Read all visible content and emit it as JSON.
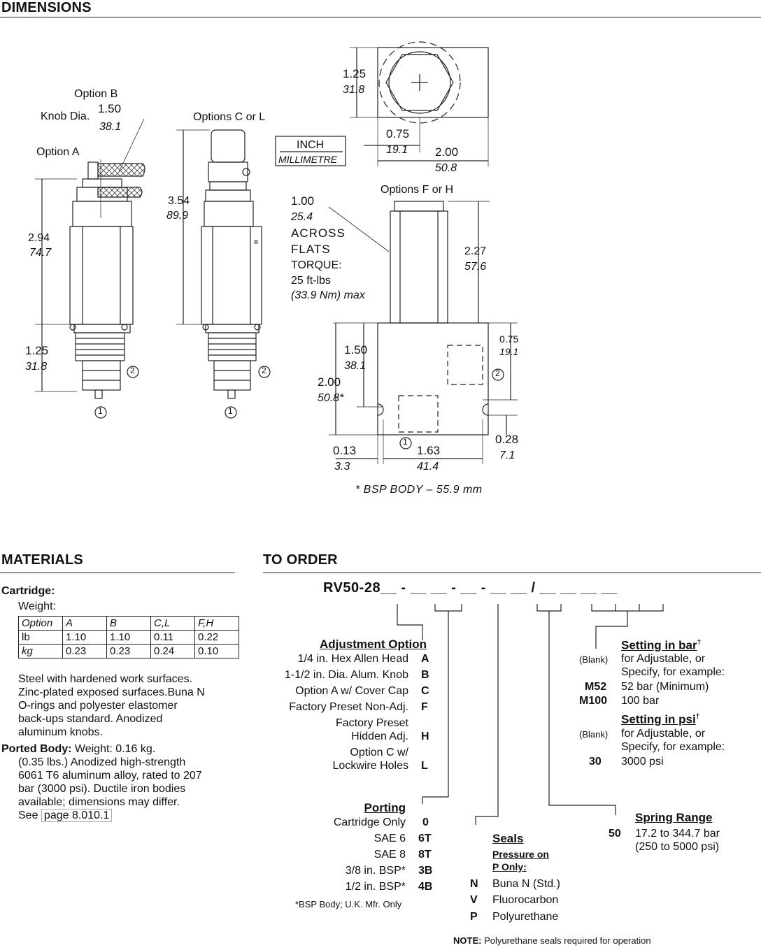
{
  "dimensions": {
    "heading": "DIMENSIONS",
    "unit_key": {
      "inch": "INCH",
      "mm": "MILLIMETRE"
    },
    "labels": {
      "option_b": "Option B",
      "knob_dia": "Knob Dia.",
      "option_a": "Option A",
      "options_cl": "Options C or L",
      "options_fh": "Options F or H",
      "across1": "ACROSS",
      "across2": "FLATS",
      "torque": "TORQUE:",
      "torque_val": "25 ft-lbs",
      "torque_nm": "(33.9 Nm) max",
      "bsp_note": "* BSP BODY – 55.9 mm",
      "port1": "1",
      "port2": "2"
    },
    "values": {
      "knob_in": "1.50",
      "knob_mm": "38.1",
      "a_len_in": "2.94",
      "a_len_mm": "74.7",
      "a_low_in": "1.25",
      "a_low_mm": "31.8",
      "cl_len_in": "3.54",
      "cl_len_mm": "89.9",
      "top_h_in": "1.25",
      "top_h_mm": "31.8",
      "top_w1_in": "0.75",
      "top_w1_mm": "19.1",
      "top_w2_in": "2.00",
      "top_w2_mm": "50.8",
      "flats_in": "1.00",
      "flats_mm": "25.4",
      "fh_len_in": "2.27",
      "fh_len_mm": "57.6",
      "body_h1_in": "1.50",
      "body_h1_mm": "38.1",
      "body_h2_in": "2.00",
      "body_h2_mm": "50.8*",
      "port_off_in": "0.75",
      "port_off_mm": "19.1",
      "side_in": "0.13",
      "side_mm": "3.3",
      "hole_in": "1.63",
      "hole_mm": "41.4",
      "foot_in": "0.28",
      "foot_mm": "7.1"
    }
  },
  "materials": {
    "heading": "MATERIALS",
    "cartridge_label": "Cartridge:",
    "weight_label": "Weight:",
    "table": {
      "header": [
        "Option",
        "A",
        "B",
        "C,L",
        "F,H"
      ],
      "rows": [
        [
          "lb",
          "1.10",
          "1.10",
          "0.11",
          "0.22"
        ],
        [
          "kg",
          "0.23",
          "0.23",
          "0.24",
          "0.10"
        ]
      ]
    },
    "cartridge_text": [
      "Steel with hardened work surfaces.",
      "Zinc-plated exposed surfaces.Buna N",
      "O-rings and polyester elastomer",
      "back-ups standard. Anodized",
      "aluminum knobs."
    ],
    "ported_body_label": "Ported Body:",
    "ported_body_lines": [
      " Weight: 0.16 kg.",
      "(0.35 lbs.) Anodized high-strength",
      "6061 T6 aluminum alloy, rated to 207",
      "bar (3000 psi). Ductile iron bodies",
      "available; dimensions may differ."
    ],
    "see": "See",
    "see_link": "page 8.010.1"
  },
  "order": {
    "heading": "TO ORDER",
    "code": "RV50-28__ - __ __ - __ - __ __ / __ __ __ __",
    "adjustment": {
      "title": "Adjustment Option",
      "items": [
        {
          "label": "1/4 in. Hex Allen Head",
          "code": "A"
        },
        {
          "label": "1-1/2 in. Dia. Alum. Knob",
          "code": "B"
        },
        {
          "label": "Option A w/ Cover Cap",
          "code": "C"
        },
        {
          "label": "Factory Preset Non-Adj.",
          "code": "F"
        },
        {
          "label": "Factory Preset",
          "code": ""
        },
        {
          "label": "Hidden Adj.",
          "code": "H"
        },
        {
          "label": "Option C w/",
          "code": ""
        },
        {
          "label": "Lockwire Holes",
          "code": "L"
        }
      ]
    },
    "porting": {
      "title": "Porting",
      "items": [
        {
          "label": "Cartridge Only",
          "code": "0"
        },
        {
          "label": "SAE 6",
          "code": "6T"
        },
        {
          "label": "SAE 8",
          "code": "8T"
        },
        {
          "label": "3/8 in. BSP*",
          "code": "3B"
        },
        {
          "label": "1/2 in. BSP*",
          "code": "4B"
        }
      ],
      "note": "*BSP Body; U.K. Mfr. Only"
    },
    "seals": {
      "title": "Seals",
      "subtitle1": "Pressure on",
      "subtitle2": "P Only:",
      "items": [
        {
          "code": "N",
          "label": "Buna N (Std.)"
        },
        {
          "code": "V",
          "label": "Fluorocarbon"
        },
        {
          "code": "P",
          "label": "Polyurethane"
        }
      ]
    },
    "setting_bar": {
      "title": "Setting in bar",
      "mark": "†",
      "blank": "(Blank)",
      "line1": "for Adjustable, or",
      "line2": "Specify, for example:",
      "items": [
        {
          "code": "M52",
          "label": "52 bar (Minimum)"
        },
        {
          "code": "M100",
          "label": "100 bar"
        }
      ]
    },
    "setting_psi": {
      "title": "Setting in psi",
      "mark": "†",
      "blank": "(Blank)",
      "line1": "for Adjustable, or",
      "line2": "Specify, for example:",
      "items": [
        {
          "code": "30",
          "label": "3000 psi"
        }
      ]
    },
    "spring": {
      "title": "Spring Range",
      "code": "50",
      "line1": "17.2 to 344.7 bar",
      "line2": "(250 to 5000 psi)"
    },
    "note_label": "NOTE:",
    "note_text": " Polyurethane seals required for operation"
  }
}
